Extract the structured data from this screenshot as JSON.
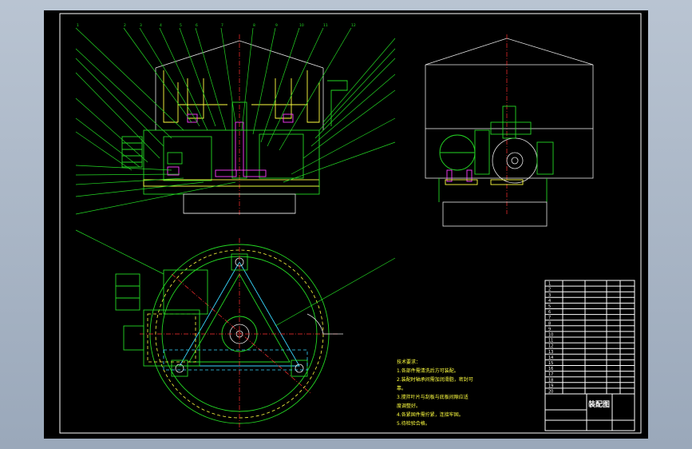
{
  "window": {
    "background_color": "#a9b5c5",
    "sheet_color": "#000000"
  },
  "drawing": {
    "title": "装配图",
    "tech_notes_heading": "技术要求：",
    "tech_notes": [
      "1.各部件需清洗后方可装配。",
      "2.装配时轴承间需加润滑脂，密封可",
      "靠。",
      "3.搅拌叶片与刮板与底板间隙应适",
      "度调整好。",
      "4.各紧固件需拧紧，连接牢固。",
      "5.待检验合格。"
    ],
    "title_block_rows": [
      "1",
      "2",
      "3",
      "4",
      "5",
      "6",
      "7",
      "8",
      "9",
      "10",
      "11",
      "12",
      "13",
      "14",
      "15",
      "16",
      "17",
      "18",
      "19",
      "20"
    ]
  },
  "colors": {
    "outline": "#24d724",
    "highlight": "#ff3cff",
    "hidden": "#ffff40",
    "center": "#ff3030",
    "frame": "#ffffff",
    "cyan": "#38d8ff"
  }
}
